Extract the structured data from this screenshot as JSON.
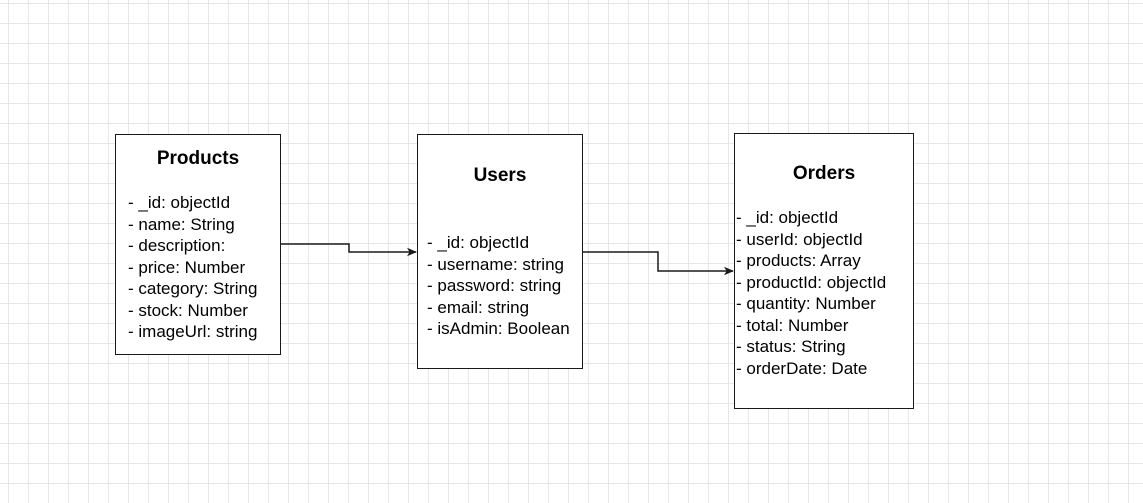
{
  "entities": [
    {
      "name": "Products",
      "fields": [
        "- _id: objectId",
        "- name: String",
        "- description:",
        "- price: Number",
        "- category: String",
        "- stock: Number",
        "- imageUrl: string"
      ]
    },
    {
      "name": "Users",
      "fields": [
        "- _id: objectId",
        "- username: string",
        "- password: string",
        "- email: string",
        "- isAdmin: Boolean"
      ]
    },
    {
      "name": "Orders",
      "fields": [
        "- _id: objectId",
        "- userId: objectId",
        "- products: Array",
        "- productId: objectId",
        "- quantity: Number",
        "- total: Number",
        "- status: String",
        "- orderDate: Date"
      ]
    }
  ],
  "connections": [
    {
      "from": "Products",
      "to": "Users"
    },
    {
      "from": "Users",
      "to": "Orders"
    }
  ],
  "colors": {
    "stroke": "#1a1a1a",
    "grid": "#e6e6e6",
    "background": "#ffffff"
  }
}
